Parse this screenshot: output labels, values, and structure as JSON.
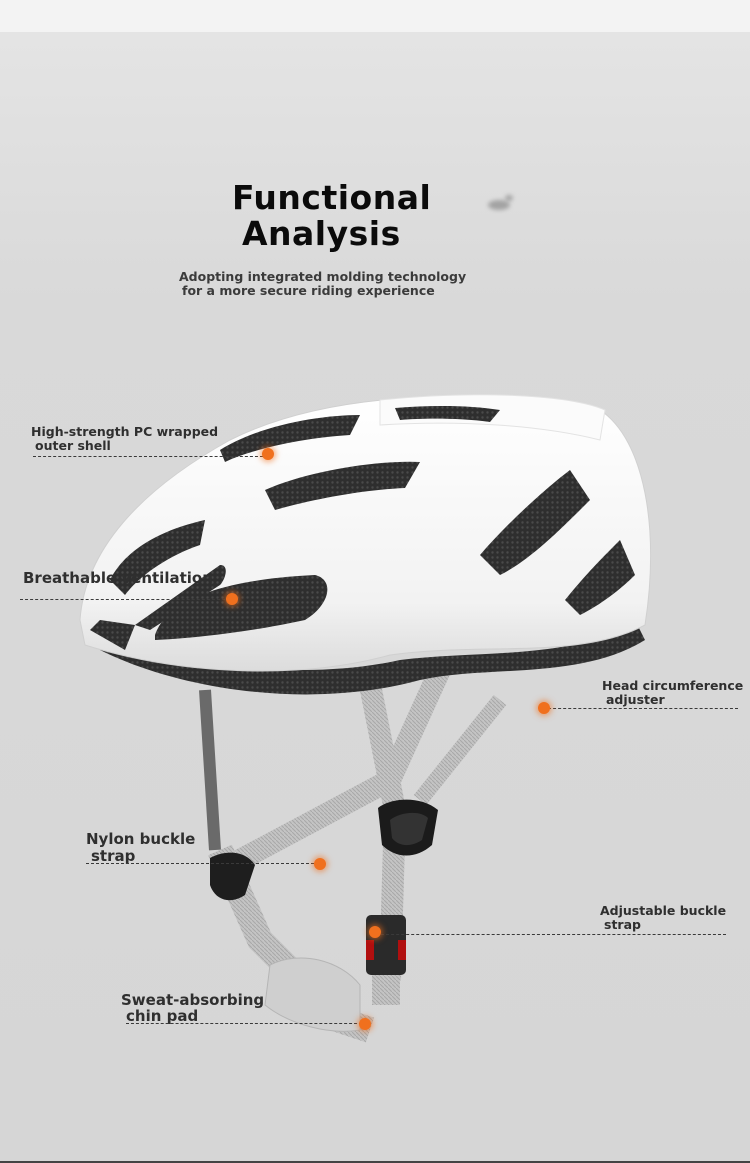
{
  "header": {
    "title_line1": "Functional",
    "title_line2": "Analysis",
    "subtitle_line1": "Adopting integrated molding technology",
    "subtitle_line2": "for a more secure riding experience"
  },
  "callouts": {
    "outer_shell": {
      "line1": "High-strength PC wrapped",
      "line2": "outer shell"
    },
    "ventilation": {
      "line1": "Breathable ventilation"
    },
    "head_adjuster": {
      "line1": "Head circumference",
      "line2": "adjuster"
    },
    "nylon_strap": {
      "line1": "Nylon buckle",
      "line2": "strap"
    },
    "adjustable_strap": {
      "line1": "Adjustable buckle",
      "line2": "strap"
    },
    "chin_pad": {
      "line1": "Sweat-absorbing",
      "line2": "chin pad"
    }
  },
  "colors": {
    "accent_dot": "#f0701e",
    "helmet_shell": "#f7f7f7",
    "helmet_liner": "#2b2b2b",
    "strap": "#b9b9b9"
  }
}
